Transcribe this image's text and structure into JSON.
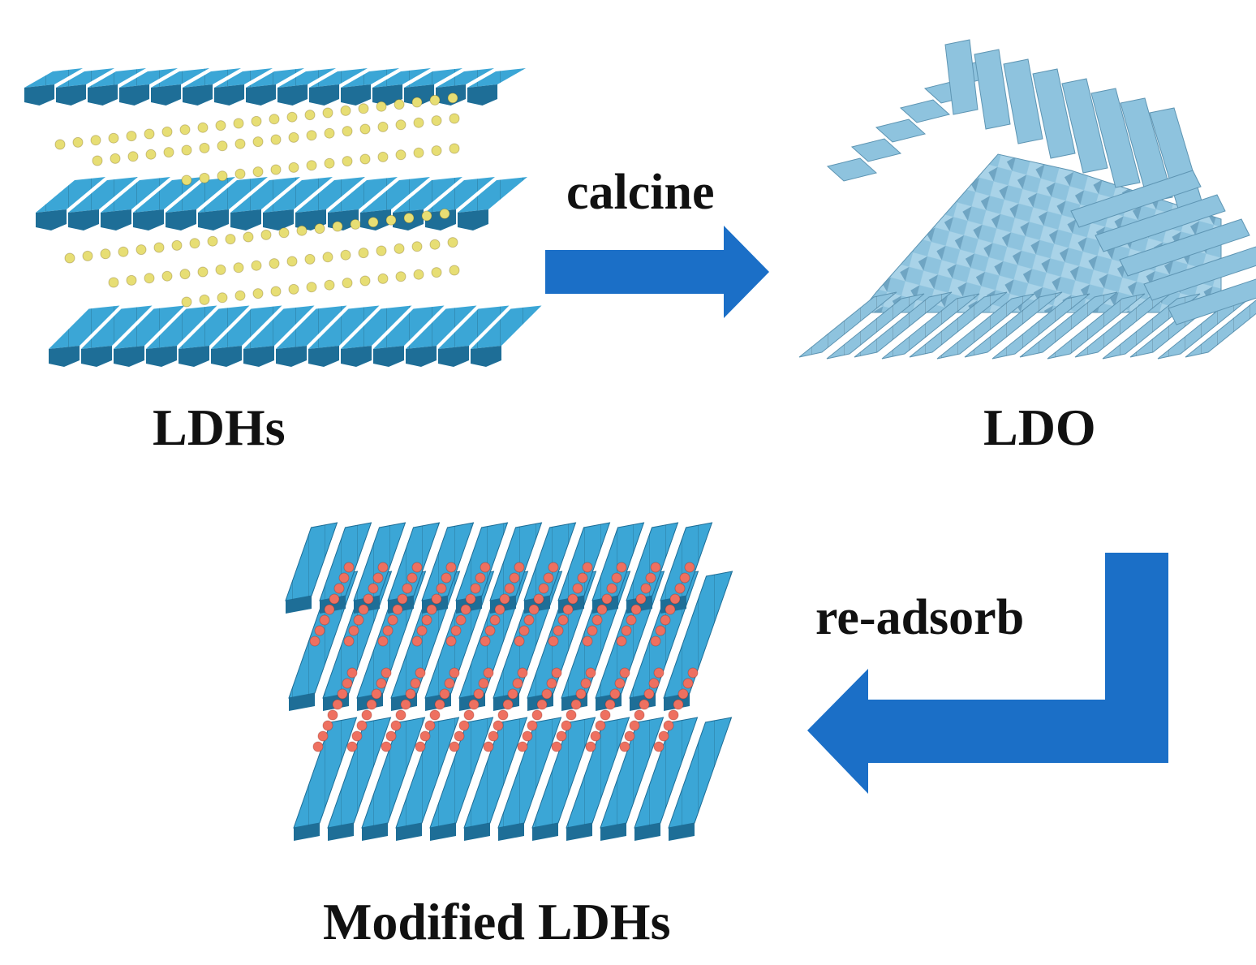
{
  "labels": {
    "ldhs": "LDHs",
    "ldo": "LDO",
    "modified_ldhs": "Modified LDHs",
    "calcine": "calcine",
    "re_adsorb": "re-adsorb"
  },
  "colors": {
    "layer_blue": "#3BA6D6",
    "layer_blue_dark": "#1E6E97",
    "ldo_blue": "#8EC3DE",
    "ldo_blue_dark": "#5E95B3",
    "anion_yellow": "#E7DE74",
    "anion_red": "#EE7060",
    "arrow_blue": "#1B6FC7",
    "text": "#111111"
  },
  "icons": {
    "calcine_arrow": "arrow-right-icon",
    "readsorb_arrow": "arrow-down-left-icon"
  }
}
